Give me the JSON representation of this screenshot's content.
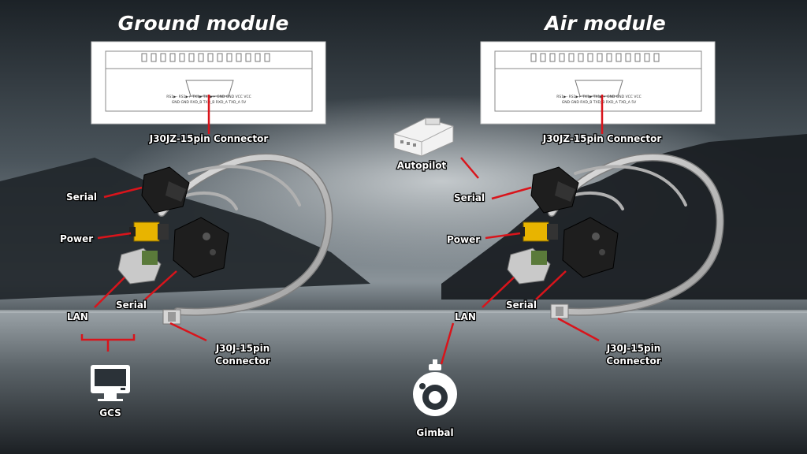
{
  "ground": {
    "title": "Ground module",
    "connector_top": "J30JZ-15pin Connector",
    "serial_1": "Serial",
    "power": "Power",
    "serial_2": "Serial",
    "lan": "LAN",
    "connector_bottom_line1": "J30J-15pin",
    "connector_bottom_line2": "Connector",
    "gcs": "GCS",
    "pin_row_1": "RS1▶- RS1▶+ TX1▶ TX1▶+ GND GND VCC VCC",
    "pin_row_2": "GND GND RXD_B TXD_B RXD_A TXD_A 5V"
  },
  "air": {
    "title": "Air module",
    "connector_top": "J30JZ-15pin Connector",
    "autopilot": "Autopilot",
    "serial_1": "Serial",
    "power": "Power",
    "serial_2": "Serial",
    "lan": "LAN",
    "connector_bottom_line1": "J30J-15pin",
    "connector_bottom_line2": "Connector",
    "gimbal": "Gimbal",
    "pin_row_1": "RS1▶- RS1▶+ TX1▶ TX1▶+ GND GND VCC VCC",
    "pin_row_2": "GND GND RXD_B TXD_B RXD_A TXD_A 5V"
  },
  "colors": {
    "callout_line": "#d9141b",
    "label_text": "#ffffff",
    "cable": "#c9c9c9",
    "connector_body": "#1e1e1e",
    "power_plug": "#e8b400"
  },
  "icons": [
    "monitor-icon",
    "gimbal-camera-icon",
    "autopilot-icon"
  ]
}
